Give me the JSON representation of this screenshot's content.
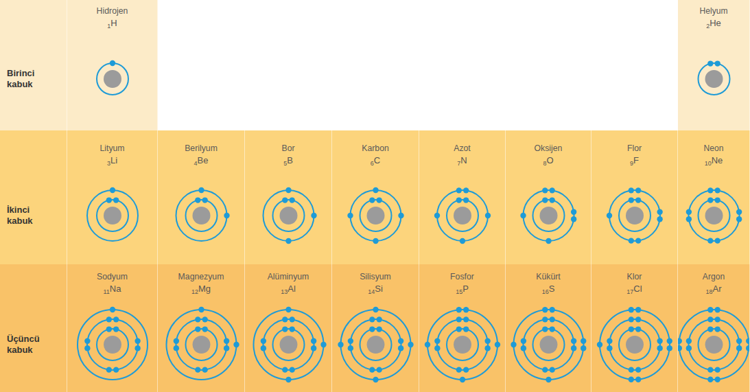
{
  "diagram": {
    "nodes": [
      {
        "text": [
          "Birinci kabuk"
        ]
      },
      {
        "text": [
          "Hidrojen",
          "1",
          "H"
        ]
      },
      {
        "text": [
          "Helyum",
          "2",
          "He"
        ]
      },
      {
        "text": [
          "İkinci kabuk"
        ]
      },
      {
        "text": [
          "Lityum",
          "3",
          "Li"
        ]
      },
      {
        "text": [
          "Berilyum",
          "4",
          "Be"
        ]
      },
      {
        "text": [
          "Bor",
          "5",
          "B"
        ]
      },
      {
        "text": [
          "Karbon",
          "6",
          "C"
        ]
      },
      {
        "text": [
          "Azot",
          "7",
          "N"
        ]
      },
      {
        "text": [
          "Oksijen",
          "8",
          "O"
        ]
      },
      {
        "text": [
          "Flor",
          "9",
          "F"
        ]
      },
      {
        "text": [
          "Neon",
          "10",
          "Ne"
        ]
      },
      {
        "text": [
          "Üçüncü kabuk"
        ]
      },
      {
        "text": [
          "Sodyum",
          "11",
          "Na"
        ]
      },
      {
        "text": [
          "Magnezyum",
          "12",
          "Mg"
        ]
      },
      {
        "text": [
          "Alüminyum",
          "13",
          "Al"
        ]
      },
      {
        "text": [
          "Silisyum",
          "14",
          "Si"
        ]
      },
      {
        "text": [
          "Fosfor",
          "15",
          "P"
        ]
      },
      {
        "text": [
          "Kükürt",
          "16",
          "S"
        ]
      },
      {
        "text": [
          "Klor",
          "17",
          "Cl"
        ]
      },
      {
        "text": [
          "Argon",
          "18",
          "Ar"
        ]
      }
    ]
  }
}
